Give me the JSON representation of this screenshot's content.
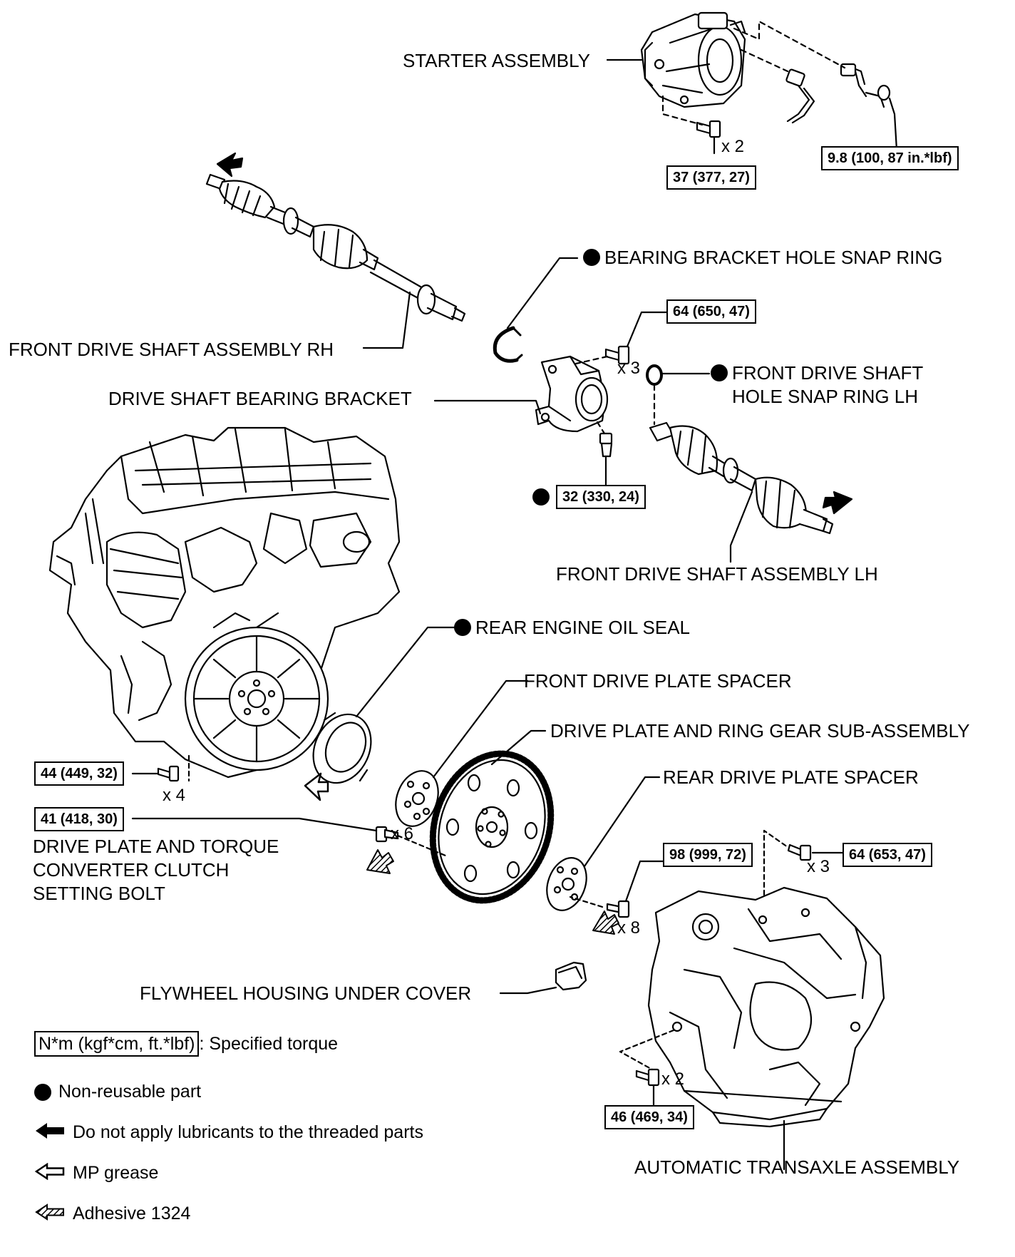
{
  "labels": {
    "starter_assembly": "STARTER ASSEMBLY",
    "front_drive_shaft_rh": "FRONT DRIVE SHAFT ASSEMBLY RH",
    "bearing_bracket_hole_snap_ring": "BEARING BRACKET HOLE SNAP RING",
    "drive_shaft_bearing_bracket": "DRIVE SHAFT BEARING BRACKET",
    "front_drive_shaft_hole_snap_ring_lh_1": "FRONT DRIVE SHAFT",
    "front_drive_shaft_hole_snap_ring_lh_2": "HOLE SNAP RING LH",
    "front_drive_shaft_lh": "FRONT DRIVE SHAFT ASSEMBLY LH",
    "rear_engine_oil_seal": "REAR ENGINE OIL SEAL",
    "front_drive_plate_spacer": "FRONT DRIVE PLATE SPACER",
    "drive_plate_ring_gear": "DRIVE PLATE AND RING GEAR SUB-ASSEMBLY",
    "rear_drive_plate_spacer": "REAR DRIVE PLATE SPACER",
    "setting_bolt_1": "DRIVE PLATE AND TORQUE",
    "setting_bolt_2": "CONVERTER CLUTCH",
    "setting_bolt_3": "SETTING BOLT",
    "flywheel_under_cover": "FLYWHEEL HOUSING UNDER COVER",
    "automatic_transaxle": "AUTOMATIC TRANSAXLE ASSEMBLY"
  },
  "torques": {
    "starter_bolt": "37 (377, 27)",
    "starter_nut": "9.8 (100, 87 in.*lbf)",
    "bracket_bolt_top": "64 (650, 47)",
    "bracket_bolt_bottom": "32 (330, 24)",
    "engine_bolt": "44 (449, 32)",
    "setting_bolt": "41 (418, 30)",
    "drive_plate_bolt": "98 (999, 72)",
    "transaxle_bolt_upper": "64 (653, 47)",
    "transaxle_bolt_lower": "46 (469, 34)"
  },
  "multipliers": {
    "starter_bolt": "x 2",
    "bracket_bolt": "x 3",
    "engine_bolt": "x 4",
    "setting_bolt": "x 6",
    "drive_plate_bolt": "x 8",
    "transaxle_bolt_upper": "x 3",
    "transaxle_bolt_lower": "x 2"
  },
  "legend": {
    "spec_box": "N*m (kgf*cm, ft.*lbf)",
    "spec_text": ": Specified torque",
    "non_reusable": "Non-reusable part",
    "no_lubricant": "Do not apply lubricants to the threaded parts",
    "mp_grease": "MP grease",
    "adhesive": "Adhesive 1324"
  }
}
